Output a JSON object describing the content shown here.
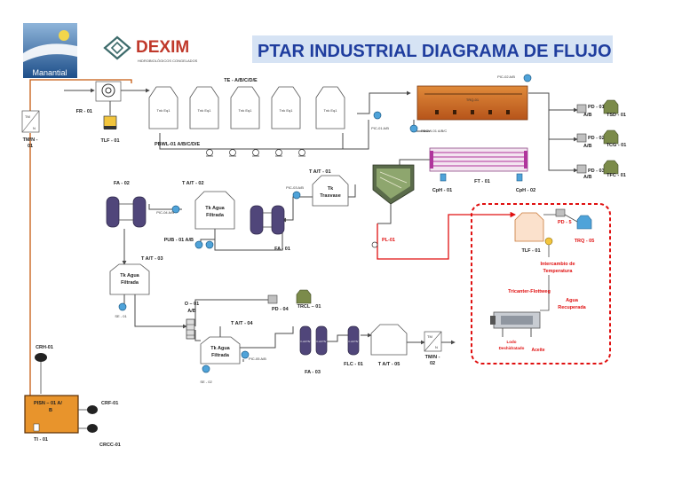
{
  "header": {
    "title": "PTAR INDUSTRIAL DIAGRAMA DE FLUJO",
    "brand_main": "DEXIM",
    "brand_sub": "HIDROBIOLÓGICOS CONGELADOS",
    "logo_text": "Manantial"
  },
  "colors": {
    "title": "#1f3d9e",
    "title_bg": "#d6e3f4",
    "pipe": "#4a4a4a",
    "brine": "#c55a11",
    "red_line": "#e01010",
    "tank_fill": "#fbe1cc",
    "filter": "#50467a",
    "chem": "#7b8b4a"
  },
  "labels": {
    "fr": "FR - 01",
    "tlf01_top": "TLF - 01",
    "tmn01": "TM/N -",
    "tmn01b": "01",
    "te": "TE - A/B/C/D/E",
    "tank_eq": "Tnk Eq1",
    "pbwl": "PBWL-01 A/B/C/D/E",
    "pic01": "PIC-01 A/B",
    "pic02": "PIC-02 A/B",
    "pbgw": "PBGW-01 A/B/C",
    "trq01": "TRQ-01",
    "pd01": "PD - 01",
    "pd02": "PD - 02",
    "pd03": "PD - 03",
    "ab": "A/B",
    "tsd": "TSD - 01",
    "tcg": "TCG - 01",
    "tfc": "TFC - 01",
    "ft01": "FT - 01",
    "cph01": "CpH - 01",
    "cph02": "CpH - 02",
    "tat01": "T A/T - 01",
    "tk_trasvase_1": "Tk",
    "tk_trasvase_2": "Trasvase",
    "pic03": "PIC-03 A/B",
    "fa02": "FA - 02",
    "tat02": "T A/T - 02",
    "tk_agua_1": "Tk Agua",
    "tk_agua_2": "Filtrada",
    "pic04": "PIC-04 A/B",
    "pub01": "PUB - 01 A/B",
    "fa01": "FA - 01",
    "tat03": "T A/T - 03",
    "se01": "SE - 01",
    "o01": "O – 01",
    "o01b": "A/B",
    "pd04": "PD - 04",
    "trcl": "TRCL – 01",
    "tat04": "T A/T - 04",
    "pic05": "PIC-05 A/B",
    "se02": "SE - 02",
    "fa03": "FA - 03",
    "flc": "FLC - 01",
    "tat05": "T A/T - 05",
    "tmn02": "TM/N -",
    "tmn02b": "02",
    "carbon": "F-ACTIV",
    "pl01": "PL-01",
    "tlf01": "TLF - 01",
    "pd05": "PD - 5",
    "trq05": "TRQ - 05",
    "intercambio_1": "Intercambio de",
    "intercambio_2": "Temperatura",
    "tricanter": "Tricanter-Flottweg",
    "agua_rec_1": "Agua",
    "agua_rec_2": "Recuperada",
    "lodo_1": "Lodo",
    "lodo_2": "Deshidratado",
    "aceite": "Aceite",
    "crh": "CRH-01",
    "pisn_1": "PISN – 01 A/",
    "pisn_2": "B",
    "ti01": "TI - 01",
    "crf": "CRF-01",
    "crcc": "CRCC-01",
    "tm": "TM",
    "n": "N"
  }
}
